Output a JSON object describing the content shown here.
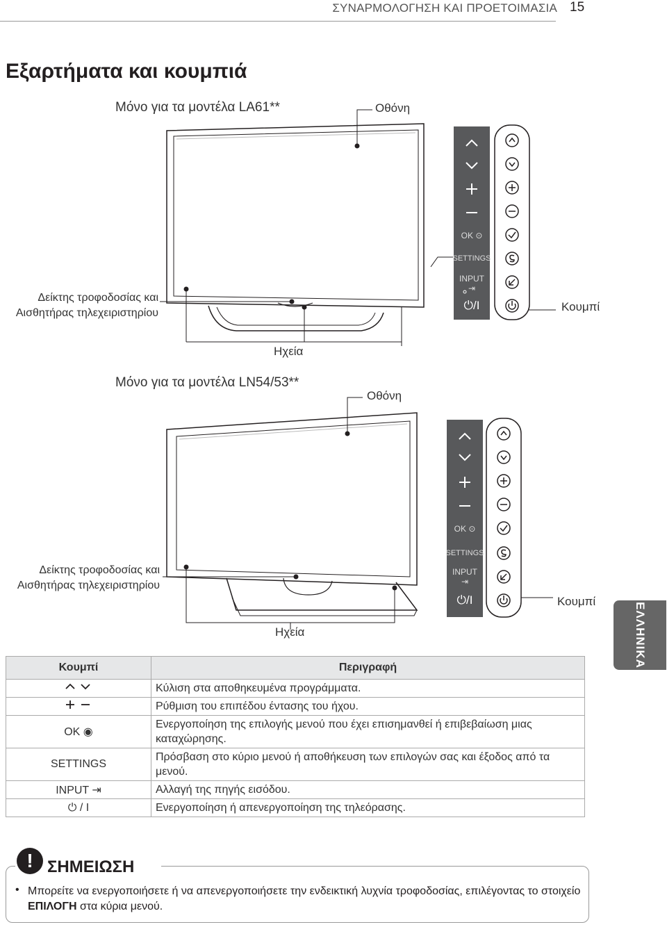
{
  "header": {
    "section": "ΣΥΝΑΡΜΟΛΟΓΗΣΗ ΚΑΙ ΠΡΟΕΤΟΙΜΑΣΙΑ",
    "page_number": "15"
  },
  "title": "Εξαρτήματα και κουμπιά",
  "side_tab": "ΕΛΛΗΝΙΚΑ",
  "diagram1": {
    "model": "Μόνο για τα μοντέλα LA61**",
    "screen_label": "Οθόνη",
    "indicator_label_line1": "Δείκτης τροφοδοσίας και",
    "indicator_label_line2": "Αισθητήρας τηλεχειριστηρίου",
    "speakers_label": "Ηχεία",
    "button_label": "Κουμπί"
  },
  "diagram2": {
    "model": "Μόνο για τα μοντέλα LN54/53**",
    "screen_label": "Οθόνη",
    "indicator_label_line1": "Δείκτης τροφοδοσίας και",
    "indicator_label_line2": "Αισθητήρας τηλεχειριστηρίου",
    "speakers_label": "Ηχεία",
    "button_label": "Κουμπί"
  },
  "panel_labels": {
    "ok": "OK",
    "settings": "SETTINGS",
    "input": "INPUT",
    "power": "/I"
  },
  "icons": [
    "up-icon",
    "down-icon",
    "plus-icon",
    "minus-icon",
    "ok-icon",
    "settings-icon",
    "input-icon",
    "power-icon"
  ],
  "table": {
    "col_button": "Κουμπί",
    "col_description": "Περιγραφή",
    "rows": [
      {
        "key": "",
        "desc": "Κύλιση στα αποθηκευμένα προγράμματα."
      },
      {
        "key": "",
        "desc": "Ρύθμιση του επιπέδου έντασης του ήχου."
      },
      {
        "key": "OK",
        "desc": "Ενεργοποίηση της επιλογής μενού που έχει επισημανθεί ή επιβεβαίωση μιας καταχώρησης."
      },
      {
        "key": "SETTINGS",
        "desc": "Πρόσβαση στο κύριο μενού ή αποθήκευση των επιλογών σας και έξοδος από τα μενού."
      },
      {
        "key": "INPUT",
        "desc": "Αλλαγή της πηγής εισόδου."
      },
      {
        "key": "/ I",
        "desc": "Ενεργοποίηση ή απενεργοποίηση της τηλεόρασης."
      }
    ]
  },
  "note": {
    "icon": "!",
    "title": "ΣΗΜΕΙΩΣΗ",
    "text_before": "Μπορείτε να ενεργοποιήσετε ή να απενεργοποιήσετε την ενδεικτική λυχνία τροφοδοσίας, επιλέγοντας το στοιχείο ",
    "text_bold": "ΕΠΙΛΟΓΗ",
    "text_after": " στα κύρια μενού."
  }
}
